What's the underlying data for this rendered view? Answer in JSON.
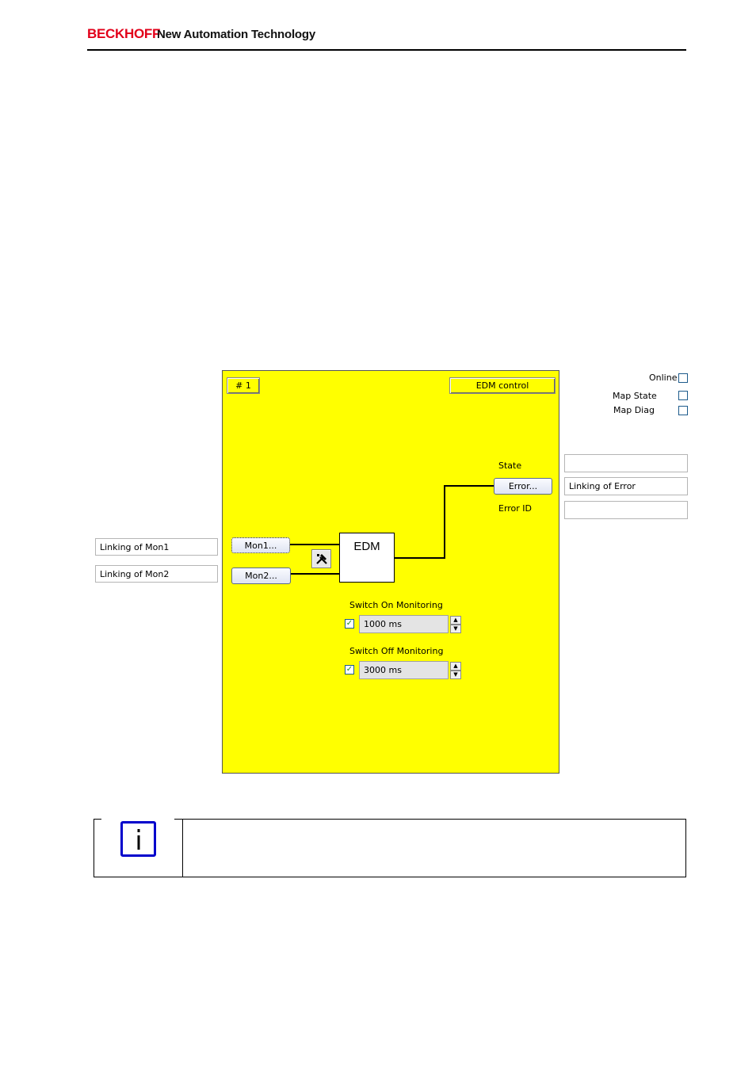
{
  "header": {
    "brand": "BECKHOFF",
    "tagline": "New Automation Technology"
  },
  "panel": {
    "instance_label": "# 1",
    "function_label": "EDM control",
    "block_label": "EDM",
    "mon1_button": "Mon1...",
    "mon2_button": "Mon2...",
    "error_button": "Error...",
    "state_label": "State",
    "error_id_label": "Error ID",
    "switch_on_label": "Switch On Monitoring",
    "switch_on_value": "1000 ms",
    "switch_off_label": "Switch Off Monitoring",
    "switch_off_value": "3000 ms"
  },
  "links": {
    "mon1": "Linking of Mon1",
    "mon2": "Linking of Mon2",
    "state": "",
    "error": "Linking of Error",
    "error_id": ""
  },
  "options": {
    "online": "Online",
    "map_state": "Map State",
    "map_diag": "Map Diag"
  },
  "icons": {
    "settings": "tools-icon",
    "note": "info-icon"
  },
  "colors": {
    "panel_bg": "#ffff00",
    "brand_red": "#e2001a",
    "info_blue": "#0000cc"
  }
}
